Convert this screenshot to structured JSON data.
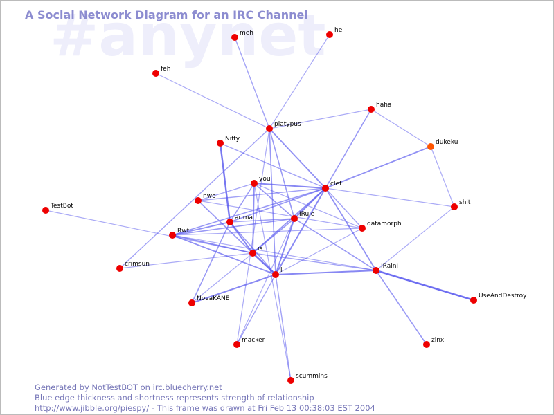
{
  "title": "A Social Network Diagram for an IRC Channel",
  "channel": "#anynet",
  "footer": [
    "Generated by NotTestBOT on irc.bluecherry.net",
    "Blue edge thickness and shortness represents strength of relationship",
    "http://www.jibble.org/piespy/ - This frame was drawn at Fri Feb 13 00:38:03 EST 2004"
  ],
  "colors": {
    "title": "#8c8cd0",
    "watermark": "#eeeefb",
    "edge": "#5555ee",
    "node": "#ee0000",
    "node_recent": "#ff5500",
    "footer": "#7777b8",
    "border": "#bbbbbb"
  },
  "nodes": [
    {
      "id": "meh",
      "label": "meh"
    },
    {
      "id": "he",
      "label": "he"
    },
    {
      "id": "feh",
      "label": "feh"
    },
    {
      "id": "platypus",
      "label": "platypus"
    },
    {
      "id": "haha",
      "label": "haha"
    },
    {
      "id": "dukeku",
      "label": "dukeku",
      "recent": true
    },
    {
      "id": "Nifty",
      "label": "Nifty"
    },
    {
      "id": "you",
      "label": "you"
    },
    {
      "id": "clef",
      "label": "clef"
    },
    {
      "id": "nwo",
      "label": "nwo"
    },
    {
      "id": "TestBot",
      "label": "TestBot"
    },
    {
      "id": "shit",
      "label": "shit"
    },
    {
      "id": "arima",
      "label": "arima"
    },
    {
      "id": "IRule",
      "label": "IRule"
    },
    {
      "id": "datamorph",
      "label": "datamorph"
    },
    {
      "id": "Rwf",
      "label": "Rwf"
    },
    {
      "id": "is",
      "label": "is"
    },
    {
      "id": "crimsun",
      "label": "crimsun"
    },
    {
      "id": "i",
      "label": "i"
    },
    {
      "id": "IRainI",
      "label": "IRainI"
    },
    {
      "id": "UseAndDestroy",
      "label": "UseAndDestroy"
    },
    {
      "id": "NovaKANE",
      "label": "NovaKANE"
    },
    {
      "id": "zinx",
      "label": "zinx"
    },
    {
      "id": "macker",
      "label": "macker"
    },
    {
      "id": "scummins",
      "label": "scummins"
    }
  ],
  "edges": [
    {
      "a": "meh",
      "b": "platypus",
      "strength": 0.4
    },
    {
      "a": "he",
      "b": "platypus",
      "strength": 0.3
    },
    {
      "a": "feh",
      "b": "platypus",
      "strength": 0.3
    },
    {
      "a": "platypus",
      "b": "haha",
      "strength": 0.3
    },
    {
      "a": "platypus",
      "b": "clef",
      "strength": 0.6
    },
    {
      "a": "platypus",
      "b": "IRule",
      "strength": 0.5
    },
    {
      "a": "platypus",
      "b": "i",
      "strength": 0.5
    },
    {
      "a": "platypus",
      "b": "crimsun",
      "strength": 0.4
    },
    {
      "a": "platypus",
      "b": "macker",
      "strength": 0.3
    },
    {
      "a": "haha",
      "b": "clef",
      "strength": 0.5
    },
    {
      "a": "haha",
      "b": "dukeku",
      "strength": 0.3
    },
    {
      "a": "dukeku",
      "b": "clef",
      "strength": 0.6
    },
    {
      "a": "dukeku",
      "b": "shit",
      "strength": 0.3
    },
    {
      "a": "Nifty",
      "b": "clef",
      "strength": 0.4
    },
    {
      "a": "Nifty",
      "b": "arima",
      "strength": 0.9
    },
    {
      "a": "you",
      "b": "clef",
      "strength": 0.7
    },
    {
      "a": "you",
      "b": "is",
      "strength": 0.6
    },
    {
      "a": "you",
      "b": "arima",
      "strength": 0.5
    },
    {
      "a": "you",
      "b": "nwo",
      "strength": 0.4
    },
    {
      "a": "you",
      "b": "IRule",
      "strength": 0.5
    },
    {
      "a": "you",
      "b": "datamorph",
      "strength": 0.3
    },
    {
      "a": "you",
      "b": "scummins",
      "strength": 0.3
    },
    {
      "a": "clef",
      "b": "nwo",
      "strength": 0.4
    },
    {
      "a": "clef",
      "b": "shit",
      "strength": 0.3
    },
    {
      "a": "clef",
      "b": "IRule",
      "strength": 0.7
    },
    {
      "a": "clef",
      "b": "i",
      "strength": 0.7
    },
    {
      "a": "clef",
      "b": "is",
      "strength": 0.6
    },
    {
      "a": "clef",
      "b": "IRainI",
      "strength": 0.6
    },
    {
      "a": "clef",
      "b": "Rwf",
      "strength": 0.5
    },
    {
      "a": "clef",
      "b": "arima",
      "strength": 0.5
    },
    {
      "a": "clef",
      "b": "datamorph",
      "strength": 0.4
    },
    {
      "a": "TestBot",
      "b": "is",
      "strength": 0.3
    },
    {
      "a": "nwo",
      "b": "is",
      "strength": 0.5
    },
    {
      "a": "nwo",
      "b": "datamorph",
      "strength": 0.3
    },
    {
      "a": "shit",
      "b": "IRainI",
      "strength": 0.3
    },
    {
      "a": "arima",
      "b": "Rwf",
      "strength": 0.6
    },
    {
      "a": "arima",
      "b": "is",
      "strength": 0.7
    },
    {
      "a": "arima",
      "b": "NovaKANE",
      "strength": 0.5
    },
    {
      "a": "arima",
      "b": "i",
      "strength": 0.5
    },
    {
      "a": "arima",
      "b": "IRule",
      "strength": 0.4
    },
    {
      "a": "IRule",
      "b": "i",
      "strength": 0.7
    },
    {
      "a": "IRule",
      "b": "is",
      "strength": 0.5
    },
    {
      "a": "IRule",
      "b": "Rwf",
      "strength": 0.5
    },
    {
      "a": "IRule",
      "b": "IRainI",
      "strength": 0.5
    },
    {
      "a": "IRule",
      "b": "macker",
      "strength": 0.3
    },
    {
      "a": "Rwf",
      "b": "is",
      "strength": 0.6
    },
    {
      "a": "Rwf",
      "b": "i",
      "strength": 0.6
    },
    {
      "a": "Rwf",
      "b": "IRainI",
      "strength": 0.3
    },
    {
      "a": "Rwf",
      "b": "datamorph",
      "strength": 0.3
    },
    {
      "a": "is",
      "b": "i",
      "strength": 0.9
    },
    {
      "a": "is",
      "b": "crimsun",
      "strength": 0.3
    },
    {
      "a": "is",
      "b": "NovaKANE",
      "strength": 0.3
    },
    {
      "a": "is",
      "b": "IRainI",
      "strength": 0.4
    },
    {
      "a": "i",
      "b": "IRainI",
      "strength": 0.7
    },
    {
      "a": "i",
      "b": "NovaKANE",
      "strength": 0.7
    },
    {
      "a": "i",
      "b": "macker",
      "strength": 0.4
    },
    {
      "a": "i",
      "b": "scummins",
      "strength": 0.4
    },
    {
      "a": "i",
      "b": "datamorph",
      "strength": 0.3
    },
    {
      "a": "IRainI",
      "b": "UseAndDestroy",
      "strength": 1.0
    },
    {
      "a": "IRainI",
      "b": "zinx",
      "strength": 0.5
    }
  ]
}
